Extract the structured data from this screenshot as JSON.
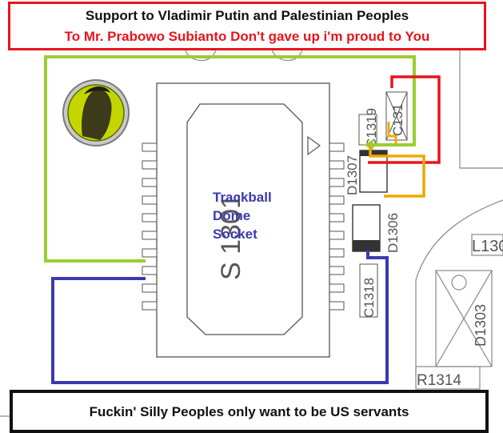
{
  "banners": {
    "top_line1": "Support to Vladimir Putin and Palestinian Peoples",
    "top_line2": "To Mr. Prabowo Subianto Don't gave up i'm proud to You",
    "bottom": "Fuckin' Silly Peoples only want to be US servants"
  },
  "overlay_label": {
    "line1": "Trackball",
    "line2": "Dome",
    "line3": "Socket"
  },
  "components": {
    "main_ic": "S 1301",
    "capacitor_c1319": "C1319",
    "diode_d1307": "D1307",
    "diode_d1306": "D1306",
    "capacitor_c1318": "C1318",
    "diode_d1303": "D1303",
    "inductor_l130": "L130",
    "resistor_r1314": "R1314",
    "crossed_part_c1311": "C131"
  },
  "colors": {
    "banner_red": "#e8141c",
    "trace_red": "#e8141c",
    "trace_green": "#9acd32",
    "trace_orange": "#f0a800",
    "trace_blue": "#3a3ab0",
    "label_blue": "#3a3ab0",
    "outline_gray": "#555555"
  }
}
